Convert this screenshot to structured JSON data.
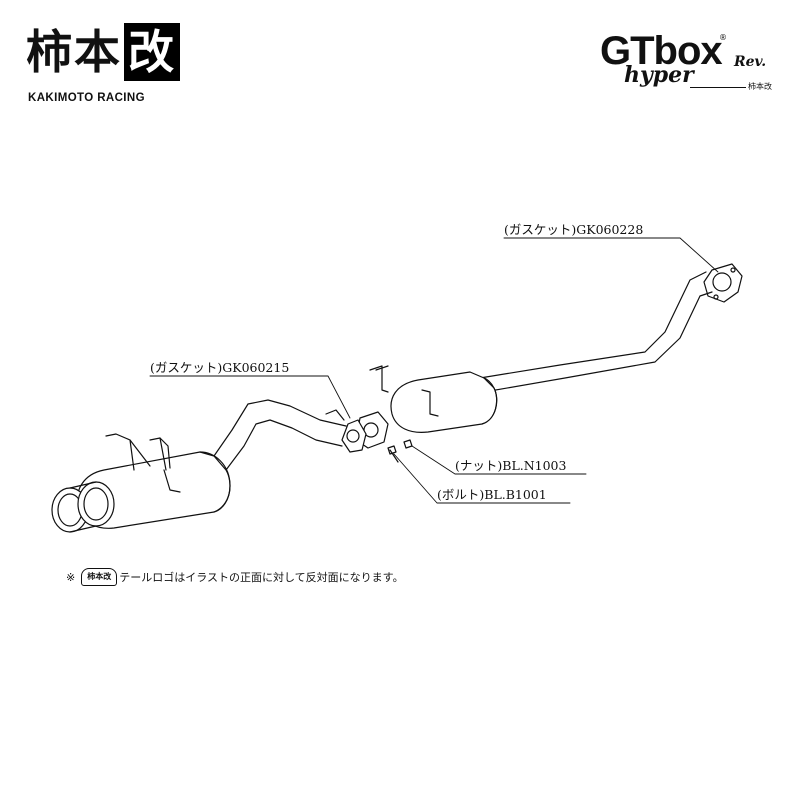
{
  "brand": {
    "kanji_main": "柿本",
    "kanji_box": "改",
    "name": "KAKIMOTO RACING"
  },
  "product_logo": {
    "main": "GTbox",
    "registered": "®",
    "sub": "hyper",
    "rev": "Rev.",
    "small": "柿本改"
  },
  "callouts": {
    "gasket_front": "(ガスケット)GK060228",
    "gasket_mid": "(ガスケット)GK060215",
    "nut": "(ナット)BL.N1003",
    "bolt": "(ボルト)BL.B1001"
  },
  "note": {
    "mark": "※",
    "badge": "柿本改",
    "text": "テールロゴはイラストの正面に対して反対面になります。"
  }
}
